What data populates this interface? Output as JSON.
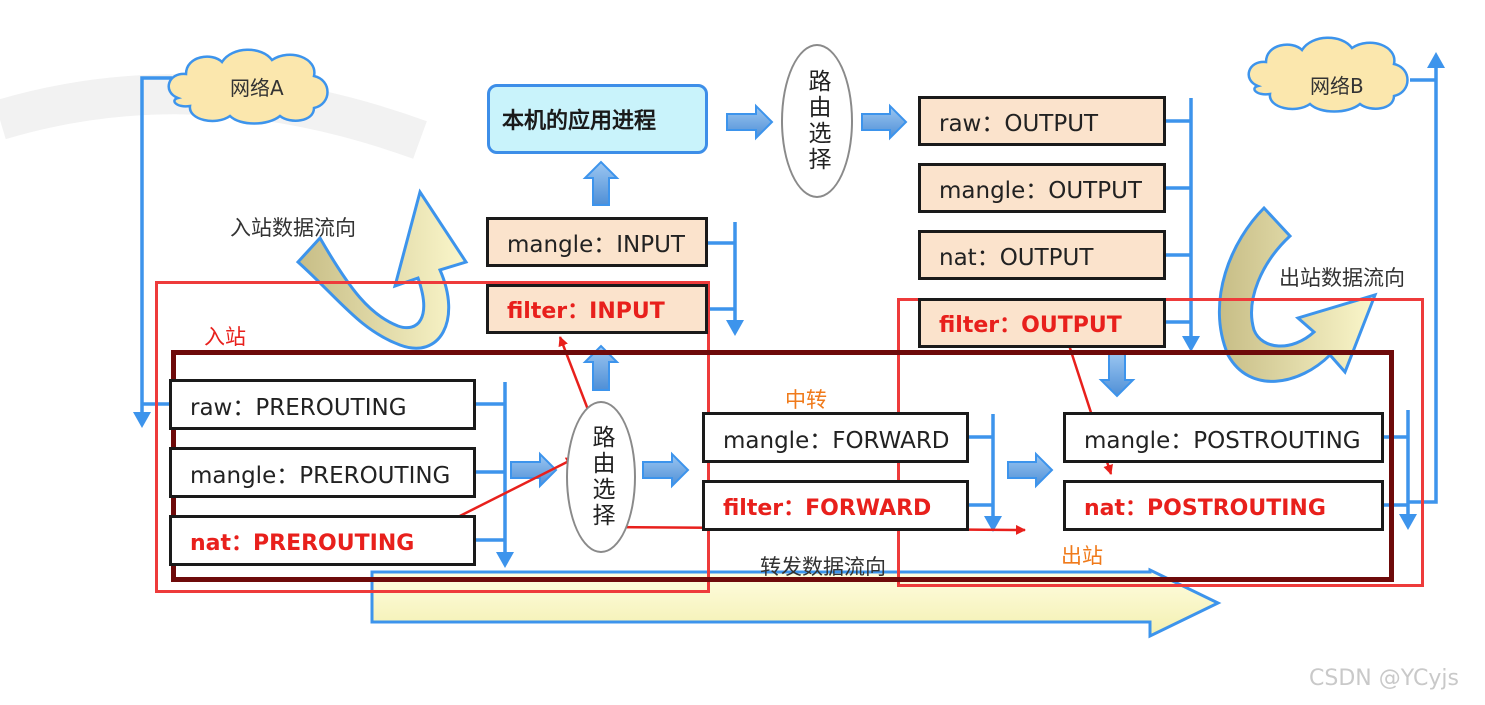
{
  "clouds": {
    "network_a": "网络A",
    "network_b": "网络B"
  },
  "app_process": "本机的应用进程",
  "routing": "路由选择",
  "chains": {
    "raw_output": "raw：OUTPUT",
    "mangle_output": "mangle：OUTPUT",
    "nat_output": "nat：OUTPUT",
    "filter_output": "filter：OUTPUT",
    "mangle_input": "mangle：INPUT",
    "filter_input": "filter：INPUT",
    "raw_prerouting": "raw：PREROUTING",
    "mangle_prerouting": "mangle：PREROUTING",
    "nat_prerouting": "nat：PREROUTING",
    "mangle_forward": "mangle：FORWARD",
    "filter_forward": "filter：FORWARD",
    "mangle_postrouting": "mangle：POSTROUTING",
    "nat_postrouting": "nat：POSTROUTING"
  },
  "flow_labels": {
    "inbound_flow": "入站数据流向",
    "outbound_flow": "出站数据流向",
    "forward_flow": "转发数据流向"
  },
  "annotations": {
    "inbound": "入站",
    "transit": "中转",
    "outbound": "出站"
  },
  "watermark": "CSDN @YCyjs",
  "colors": {
    "blue_arrow": "#3d94ec",
    "red_frame": "#ee3b3b",
    "dark_frame": "#6e0a0a",
    "annotation_red": "#e8201c",
    "annotation_orange": "#f07a1a",
    "chain_fill": "#fbe3cc",
    "app_fill": "#c9f3fb"
  }
}
